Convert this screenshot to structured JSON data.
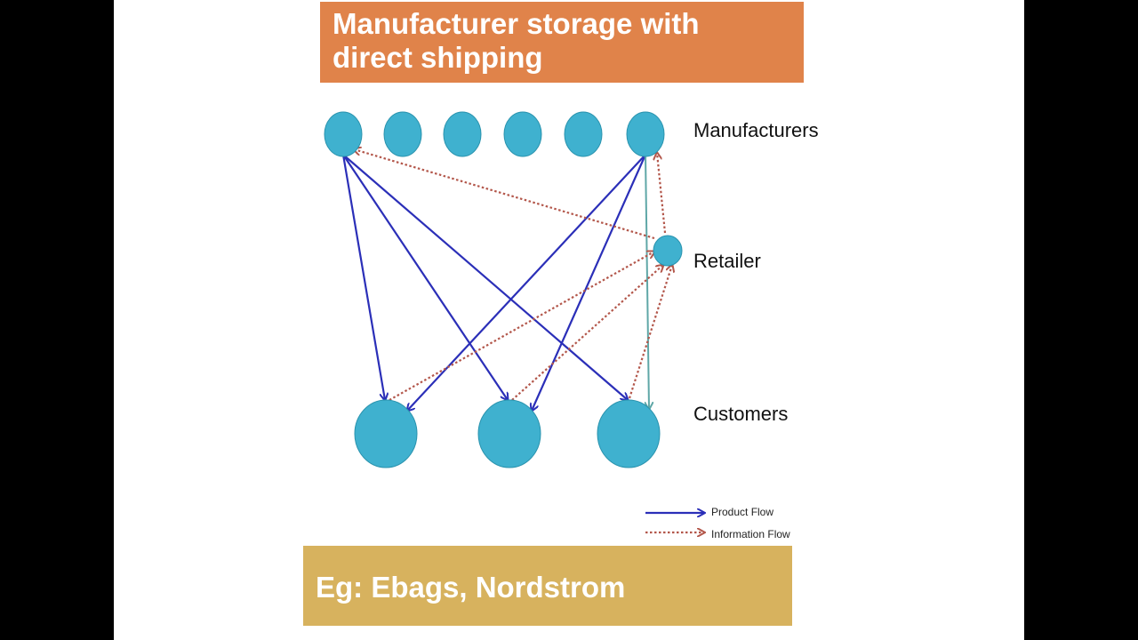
{
  "title": {
    "line1": "Manufacturer storage with",
    "line2": "direct shipping"
  },
  "labels": {
    "manufacturers": "Manufacturers",
    "retailer": "Retailer",
    "customers": "Customers"
  },
  "legend": {
    "product_flow": "Product Flow",
    "information_flow": "Information Flow"
  },
  "example": "Eg: Ebags, Nordstrom",
  "colors": {
    "title_banner": "#e0834a",
    "example_banner": "#d7b25e",
    "node": "#3fb1cf",
    "product_flow": "#2b2fb8",
    "information_flow": "#b3574b"
  }
}
